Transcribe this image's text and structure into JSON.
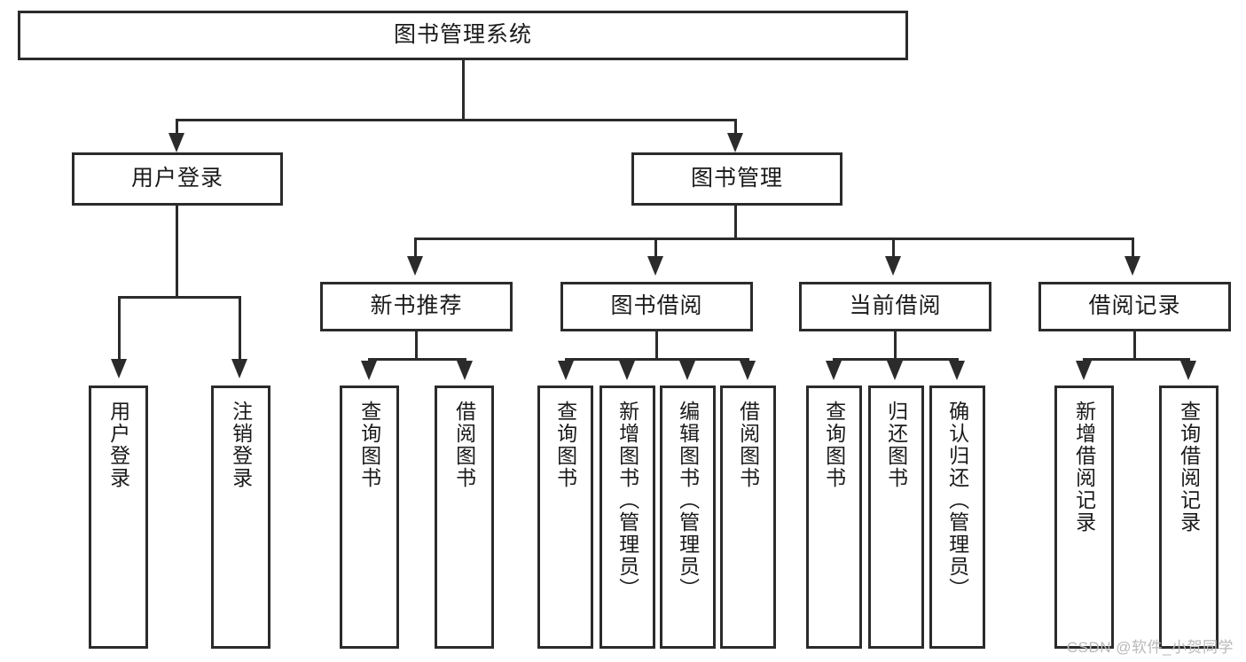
{
  "diagram": {
    "title": "图书管理系统",
    "watermark": "CSDN @软件_小贺同学",
    "colors": {
      "stroke": "#2b2b2b",
      "fill": "#ffffff",
      "text": "#1a1a1a",
      "watermark": "#b9b9b9"
    },
    "root": {
      "label": "图书管理系统"
    },
    "level2": [
      {
        "label": "用户登录"
      },
      {
        "label": "图书管理"
      }
    ],
    "level3": [
      {
        "label": "新书推荐"
      },
      {
        "label": "图书借阅"
      },
      {
        "label": "当前借阅"
      },
      {
        "label": "借阅记录"
      }
    ],
    "leaves": {
      "user_login": [
        {
          "label": "用户登录"
        },
        {
          "label": "注销登录"
        }
      ],
      "new_book": [
        {
          "label": "查询图书"
        },
        {
          "label": "借阅图书"
        }
      ],
      "borrow_book": [
        {
          "label": "查询图书"
        },
        {
          "label": "新增图书（管理员）"
        },
        {
          "label": "编辑图书（管理员）"
        },
        {
          "label": "借阅图书"
        }
      ],
      "current_borrow": [
        {
          "label": "查询图书"
        },
        {
          "label": "归还图书"
        },
        {
          "label": "确认归还（管理员）"
        }
      ],
      "borrow_record": [
        {
          "label": "新增借阅记录"
        },
        {
          "label": "查询借阅记录"
        }
      ]
    }
  }
}
